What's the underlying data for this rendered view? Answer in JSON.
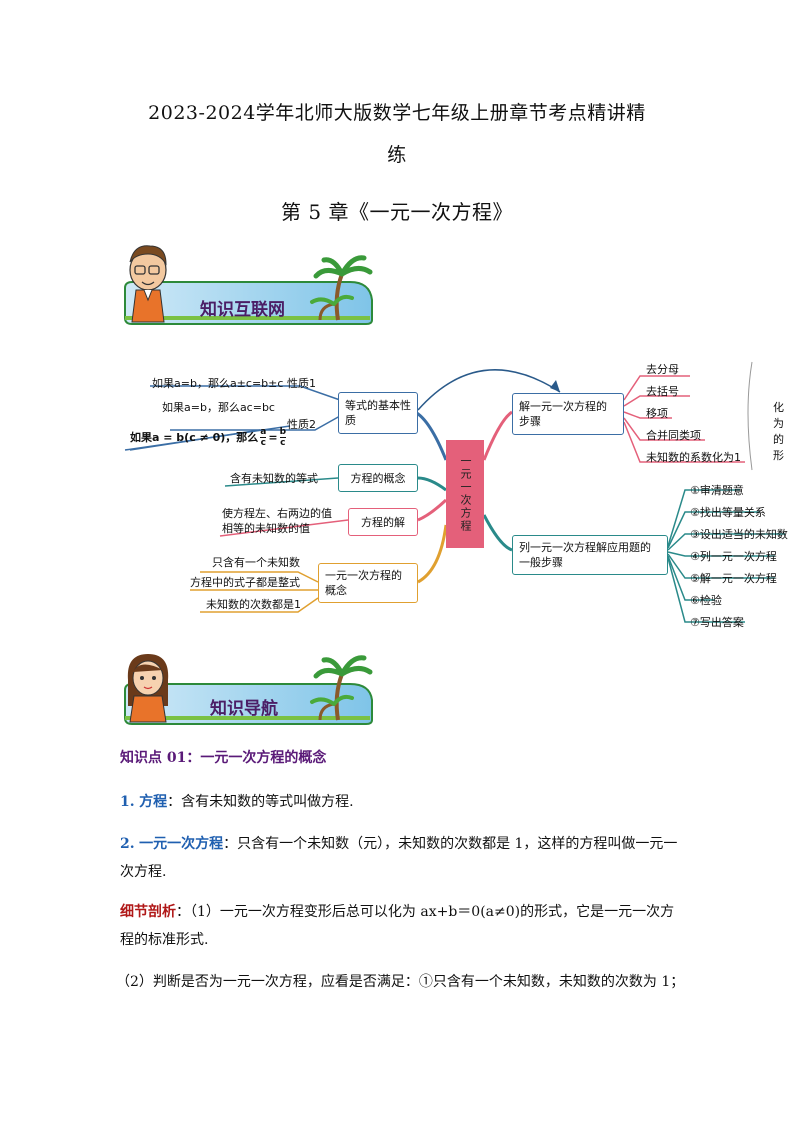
{
  "doc_title_line1": "2023-2024学年北师大版数学七年级上册章节考点精讲精",
  "doc_title_line2": "练",
  "chapter_title": "第 5 章《一元一次方程》",
  "banner1": "知识互联网",
  "banner2": "知识导航",
  "mindmap": {
    "center": "一元一次方程",
    "equality": {
      "label": "等式的基本性质",
      "prop1": "性质1",
      "prop2": "性质2",
      "rule1": "如果a=b，那么a±c=b±c",
      "rule2": "如果a=b，那么ac=bc",
      "rule3_pre": "如果a = b(c ≠ 0)，那么",
      "rule3_frac_a": "a",
      "rule3_frac_c1": "c",
      "rule3_eq": "=",
      "rule3_frac_b": "b",
      "rule3_frac_c2": "c"
    },
    "concept_eq": {
      "label": "方程的概念",
      "desc": "含有未知数的等式"
    },
    "solution": {
      "label": "方程的解",
      "desc1": "使方程左、右两边的值",
      "desc2": "相等的未知数的值"
    },
    "linear_concept": {
      "label": "一元一次方程的概念",
      "items": [
        "只含有一个未知数",
        "方程中的式子都是整式",
        "未知数的次数都是1"
      ]
    },
    "solve_steps": {
      "label": "解一元一次方程的步骤",
      "items": [
        "去分母",
        "去括号",
        "移项",
        "合并同类项",
        "未知数的系数化为1"
      ],
      "side_note": "化为的形"
    },
    "app_steps": {
      "label": "列一元一次方程解应用题的一般步骤",
      "items": [
        "①审清题意",
        "②找出等量关系",
        "③设出适当的未知数",
        "④列一元一次方程",
        "⑤解一元一次方程",
        "⑥检验",
        "⑦写出答案"
      ]
    }
  },
  "content": {
    "kp1_title": "知识点 01：一元一次方程的概念",
    "p1_num": "1.",
    "p1_term": "方程",
    "p1_text": "：含有未知数的等式叫做方程.",
    "p2_num": "2.",
    "p2_term": "一元一次方程",
    "p2_text": "：只含有一个未知数（元），未知数的次数都是 1，这样的方程叫做一元一次方程.",
    "detail_label": "细节剖析",
    "detail_text": "：（1）一元一次方程变形后总可以化为 ax+b＝0(a≠0)的形式，它是一元一次方程的标准形式.",
    "detail2_text": "（2）判断是否为一元一次方程，应看是否满足：①只含有一个未知数，未知数的次数为 1；"
  },
  "colors": {
    "blue_edge": "#3b6ea5",
    "orange_edge": "#e0a030",
    "pink_edge": "#e4607a",
    "teal_edge": "#2a8a8a",
    "gray_edge": "#8a8a8a",
    "title_purple": "#4b1e66"
  },
  "icons": [
    "teacher-cartoon-icon",
    "student-cartoon-icon",
    "palm-tree-icon"
  ]
}
